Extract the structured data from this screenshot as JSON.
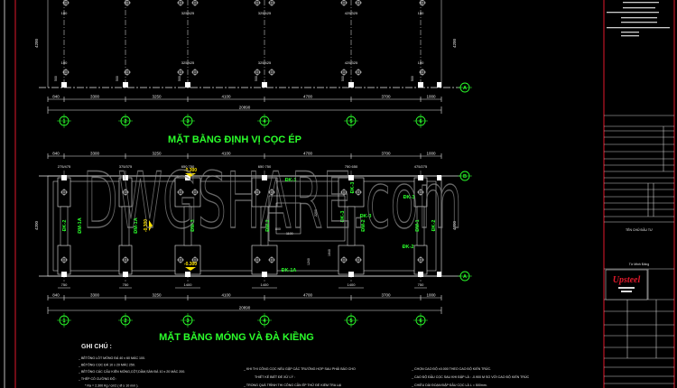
{
  "colors": {
    "background": "#000000",
    "lines": "#e8e8e8",
    "labels": "#2bff2b",
    "levels": "#ffe400",
    "border": "#e0192b",
    "watermark": "#8a8a8a"
  },
  "watermark": "DWGSHARE.com",
  "axes": {
    "numbers": [
      "1",
      "2",
      "3",
      "4",
      "5",
      "6"
    ],
    "rows": [
      "A",
      "B"
    ]
  },
  "dimensions": {
    "spans": [
      "840",
      "3300",
      "3250",
      "4100",
      "4700",
      "3700",
      "1000"
    ],
    "total": "20890",
    "height": "4200"
  },
  "plan1": {
    "title": "MẶT BẰNG ĐỊNH VỊ CỌC ÉP",
    "pile_offsets": [
      "100",
      "",
      "325/425",
      "325/425",
      "425/325",
      "100"
    ],
    "edge_dim": "500"
  },
  "plan2": {
    "title": "MẶT BẰNG MÓNG VÀ ĐÀ KIỀNG",
    "top_offsets": [
      "275/475",
      "375/375",
      "650  750",
      "650  750",
      "750  650",
      "475/275"
    ],
    "bottom_widths": [
      "750",
      "750",
      "1400",
      "1400",
      "1400",
      "750"
    ],
    "levels": [
      "-0.300",
      "-0.300",
      "-0.300"
    ],
    "beams": {
      "dk1": "ĐK-1",
      "dk1a": "ĐK-1A",
      "dk2": "ĐK-2",
      "dk3": "ĐK-3"
    },
    "footings": {
      "dm1a": "ĐM-1A",
      "dm3": "ĐM-3",
      "dm2": "ĐM-2",
      "dm1": "ĐM-1"
    },
    "small_dims": [
      "800",
      "2200",
      "1100",
      "1240",
      "1640",
      "200"
    ]
  },
  "notes": {
    "heading": "GHI CHÚ :",
    "col1": [
      "_ BÊTÔNG LÓT MÓNG ĐÁ 40 x 60 MÁC 100.",
      "_ BÊTÔNG CỌC ĐÁ 10 x 20 MÁC 250.",
      "_ BÊTÔNG CÁC CẤU KIỆN MÓNG,CỘT,DẦM,SÀN ĐÁ 10 x 20 MÁC 200.",
      "_ THÉP CÓ CƯỜNG ĐỘ :",
      "* Ra = 2.300 Kg / cm2 ( Ø ≥ 10 mm )."
    ],
    "col2": [
      "_ KHI THI CÔNG CỌC NẾU GẶP CÁC TRƯỜNG HỢP SAU PHẢI BÁO CHO",
      "THIẾT KẾ BIẾT ĐỂ XỬ LÝ :",
      "_ TRONG QUÁ TRÌNH THI CÔNG CẦN ÉP THỬ ĐỂ KIỂM TRA LẠI"
    ],
    "col3": [
      "_ CHỌN CAO ĐỘ ±0.000 THEO CAO ĐỘ KIẾN TRÚC.",
      "_ CAO ĐỘ ĐẦU CỌC SAU KHI ĐẬP LÀ : -0.900 M SO VỚI CAO ĐỘ KIẾN TRÚC",
      "_ CHIỀU DÀI ĐOẠN ĐẬP ĐẦU CỌC LÀ L = 500mm."
    ]
  },
  "title_block": {
    "owner_label": "TÊN CHỦ ĐẦU TƯ",
    "designer": "Từ Minh Đăng",
    "logo_text": "Upsteel"
  }
}
